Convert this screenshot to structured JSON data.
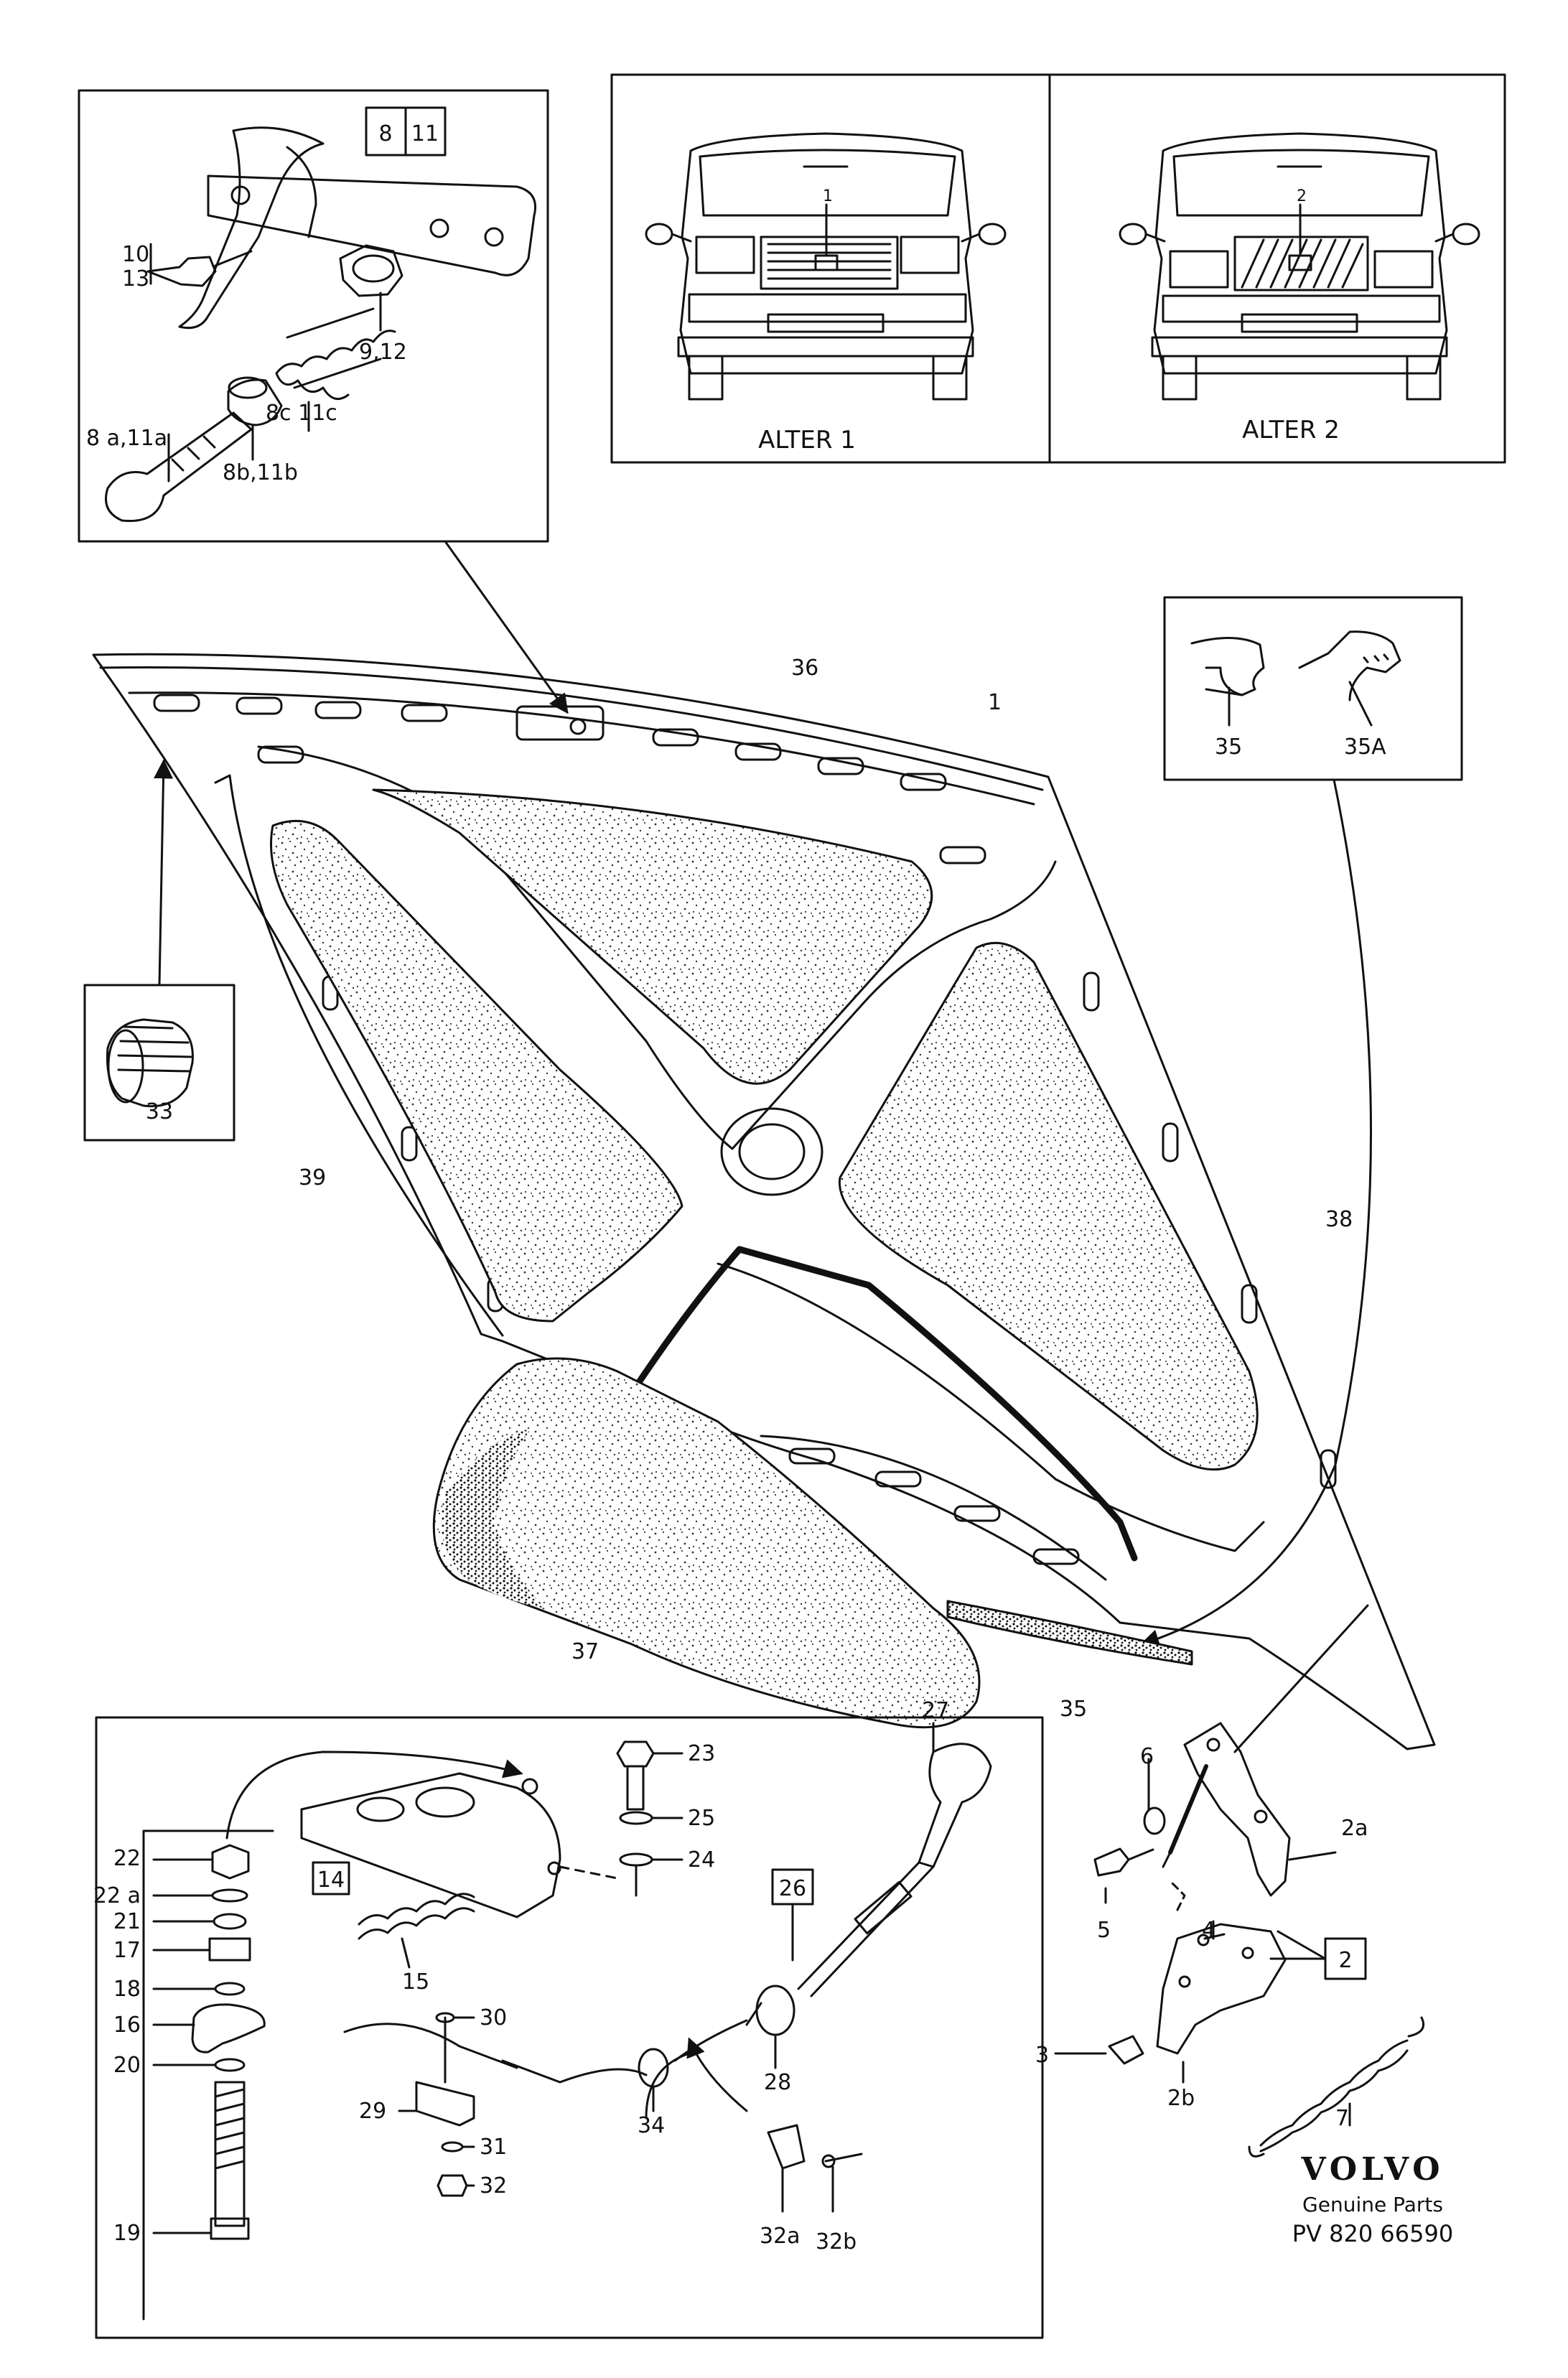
{
  "inset_latch": {
    "boxed_labels": [
      "8",
      "11"
    ],
    "labels": {
      "bolt": [
        "10",
        "13"
      ],
      "nut": "9,12",
      "spring": "8c 11c",
      "pin": "8 a,11a",
      "bush": "8b,11b"
    }
  },
  "alternatives": {
    "alter1": {
      "caption": "ALTER 1",
      "marker": "1"
    },
    "alter2": {
      "caption": "ALTER 2",
      "marker": "2"
    }
  },
  "seal_inset": {
    "labels": [
      "35",
      "35A"
    ]
  },
  "bumper_inset": {
    "label": "33"
  },
  "hood_labels": {
    "hood": "1",
    "front_insulation": "36",
    "left_insulation": "39",
    "right_insulation": "38",
    "loose_insulation": "37",
    "seal_strip": "35"
  },
  "hinge": {
    "labels": {
      "washer": "6",
      "hinge_upper": "2a",
      "bolt": "5",
      "screw": "4",
      "clip": "3",
      "hinge_lower": "2b",
      "spring": "7"
    },
    "boxed_label": "2"
  },
  "release_inset": {
    "stack_labels": [
      "22",
      "22 a",
      "21",
      "17",
      "18",
      "16",
      "20",
      "19"
    ],
    "boxed_labels": [
      "14",
      "26"
    ],
    "labels": {
      "spring": "15",
      "bolt_top": "23",
      "washer_a": "25",
      "washer_b": "24",
      "handle": "27",
      "grommet": "28",
      "screw": "30",
      "clip": "29",
      "washer_c": "31",
      "nut": "32",
      "cable_grommet": "34",
      "clip2": "32a",
      "screw2": "32b"
    }
  },
  "branding": {
    "brand": "VOLVO",
    "tagline": "Genuine Parts",
    "code": "PV 820 66590"
  }
}
